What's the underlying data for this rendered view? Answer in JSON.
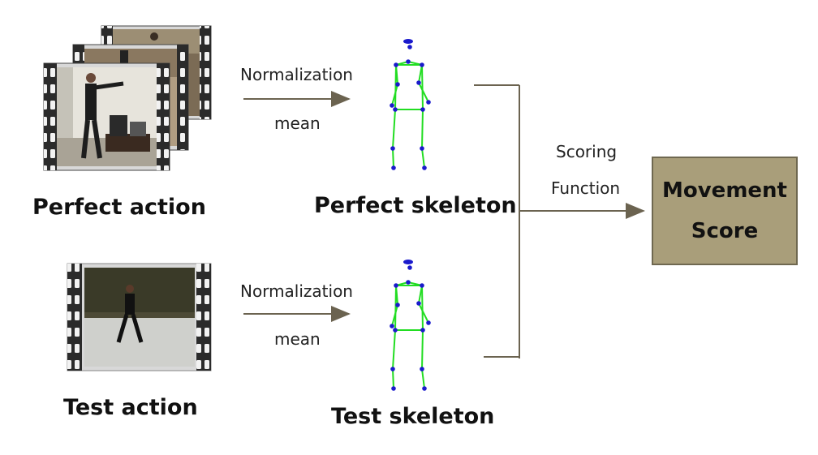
{
  "perfect": {
    "action_label": "Perfect action",
    "skeleton_label": "Perfect skeleton",
    "arrow_top_label": "Normalization",
    "arrow_bottom_label": "mean"
  },
  "test": {
    "action_label": "Test action",
    "skeleton_label": "Test skeleton",
    "arrow_top_label": "Normalization",
    "arrow_bottom_label": "mean"
  },
  "scoring": {
    "line1": "Scoring",
    "line2": "Function"
  },
  "result": {
    "line1": "Movement",
    "line2": "Score"
  },
  "colors": {
    "skeleton_bone": "#22dd22",
    "skeleton_joint": "#1a1acc",
    "arrow": "#6b6350",
    "score_box": "#a99e7a"
  },
  "icons": [
    "film-strip-icon",
    "skeleton-figure-icon"
  ]
}
